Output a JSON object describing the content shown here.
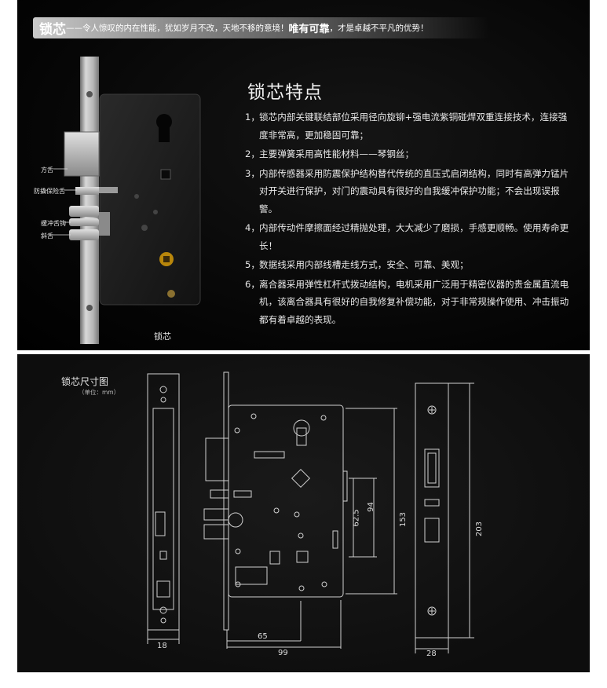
{
  "banner": {
    "brand": "锁芯",
    "slogan1": "——令人惊叹的内在性能，犹如岁月不改，天地不移的意境！",
    "emphasis": "唯有可靠",
    "slogan2": "，才是卓越不平凡的优势！"
  },
  "features": {
    "title": "锁芯特点",
    "items": [
      {
        "num": "1，",
        "text": "锁芯内部关键联结部位采用径向旋铆+强电流紫铜碰焊双重连接技术，连接强度非常高，更加稳固可靠；"
      },
      {
        "num": "2，",
        "text": "主要弹簧采用高性能材料——琴钢丝；"
      },
      {
        "num": "3，",
        "text": "内部传感器采用防震保护结构替代传统的直压式启闭结构，同时有高弹力锰片对开关进行保护，对门的震动具有很好的自我缓冲保护功能；不会出现误报警。"
      },
      {
        "num": "4，",
        "text": "内部传动件摩擦面经过精抛处理，大大减少了磨损，手感更顺畅。使用寿命更长！"
      },
      {
        "num": "5，",
        "text": "数据线采用内部线槽走线方式，安全、可靠、美观；"
      },
      {
        "num": "6，",
        "text": "离合器采用弹性杠杆式拨动结构，电机采用广泛用于精密仪器的贵金属直流电机，该离合器具有很好的自我修复补偿功能，对于非常规操作使用、冲击振动都有着卓越的表现。"
      }
    ]
  },
  "photo": {
    "caption": "锁芯",
    "callouts": {
      "square_tongue": "方舌",
      "anti_pry": "防撬保险舌",
      "buffer_hook": "缓冲舌钩",
      "latch": "斜舌"
    }
  },
  "diagram": {
    "title": "锁芯尺寸图",
    "unit": "（单位：mm）",
    "dims": {
      "side_width": "18",
      "backset": "65",
      "body_width": "99",
      "d_62_5": "62.5",
      "d_94": "94",
      "d_153": "153",
      "d_203": "203",
      "face_width": "28"
    }
  },
  "colors": {
    "panel": "#0a0a0a",
    "steel": "#c9c9c9",
    "line": "#d0d0d0",
    "text": "#e8e8e8"
  }
}
